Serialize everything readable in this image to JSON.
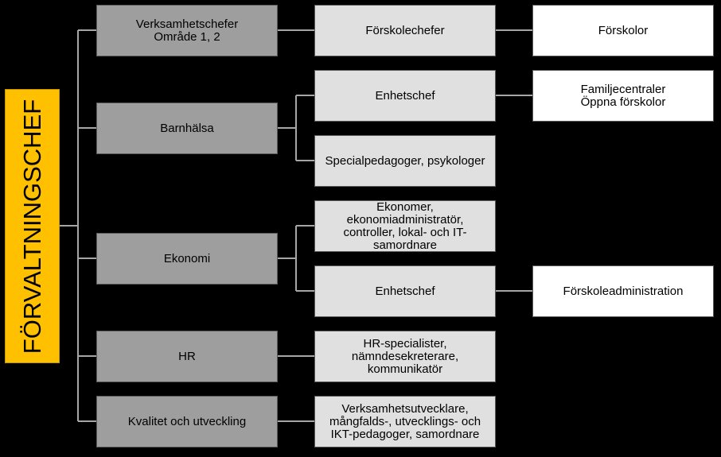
{
  "root": {
    "label": "FÖRVALTNINGSCHEF"
  },
  "level1": [
    {
      "label": "Verksamhetschefer\nOmråde 1, 2"
    },
    {
      "label": "Barnhälsa"
    },
    {
      "label": "Ekonomi"
    },
    {
      "label": "HR"
    },
    {
      "label": "Kvalitet och utveckling"
    }
  ],
  "level2": [
    {
      "label": "Förskolechefer"
    },
    {
      "label": "Enhetschef"
    },
    {
      "label": "Specialpedagoger, psykologer"
    },
    {
      "label": "Ekonomer,\nekonomiadministratör,\ncontroller, lokal- och IT-\nsamordnare"
    },
    {
      "label": "Enhetschef"
    },
    {
      "label": "HR-specialister,\nnämndesekreterare,\nkommunikatör"
    },
    {
      "label": "Verksamhetsutvecklare,\nmångfalds-, utvecklings- och\nIKT-pedagoger, samordnare"
    }
  ],
  "level3": [
    {
      "label": "Förskolor"
    },
    {
      "label": "Familjecentraler\nÖppna förskolor"
    },
    {
      "label": "Förskoleadministration"
    }
  ],
  "colors": {
    "background": "#000000",
    "root": "#ffc000",
    "level1": "#9e9e9e",
    "level2": "#e0e0e0",
    "level3": "#ffffff",
    "connector": "#a6a6a6"
  }
}
